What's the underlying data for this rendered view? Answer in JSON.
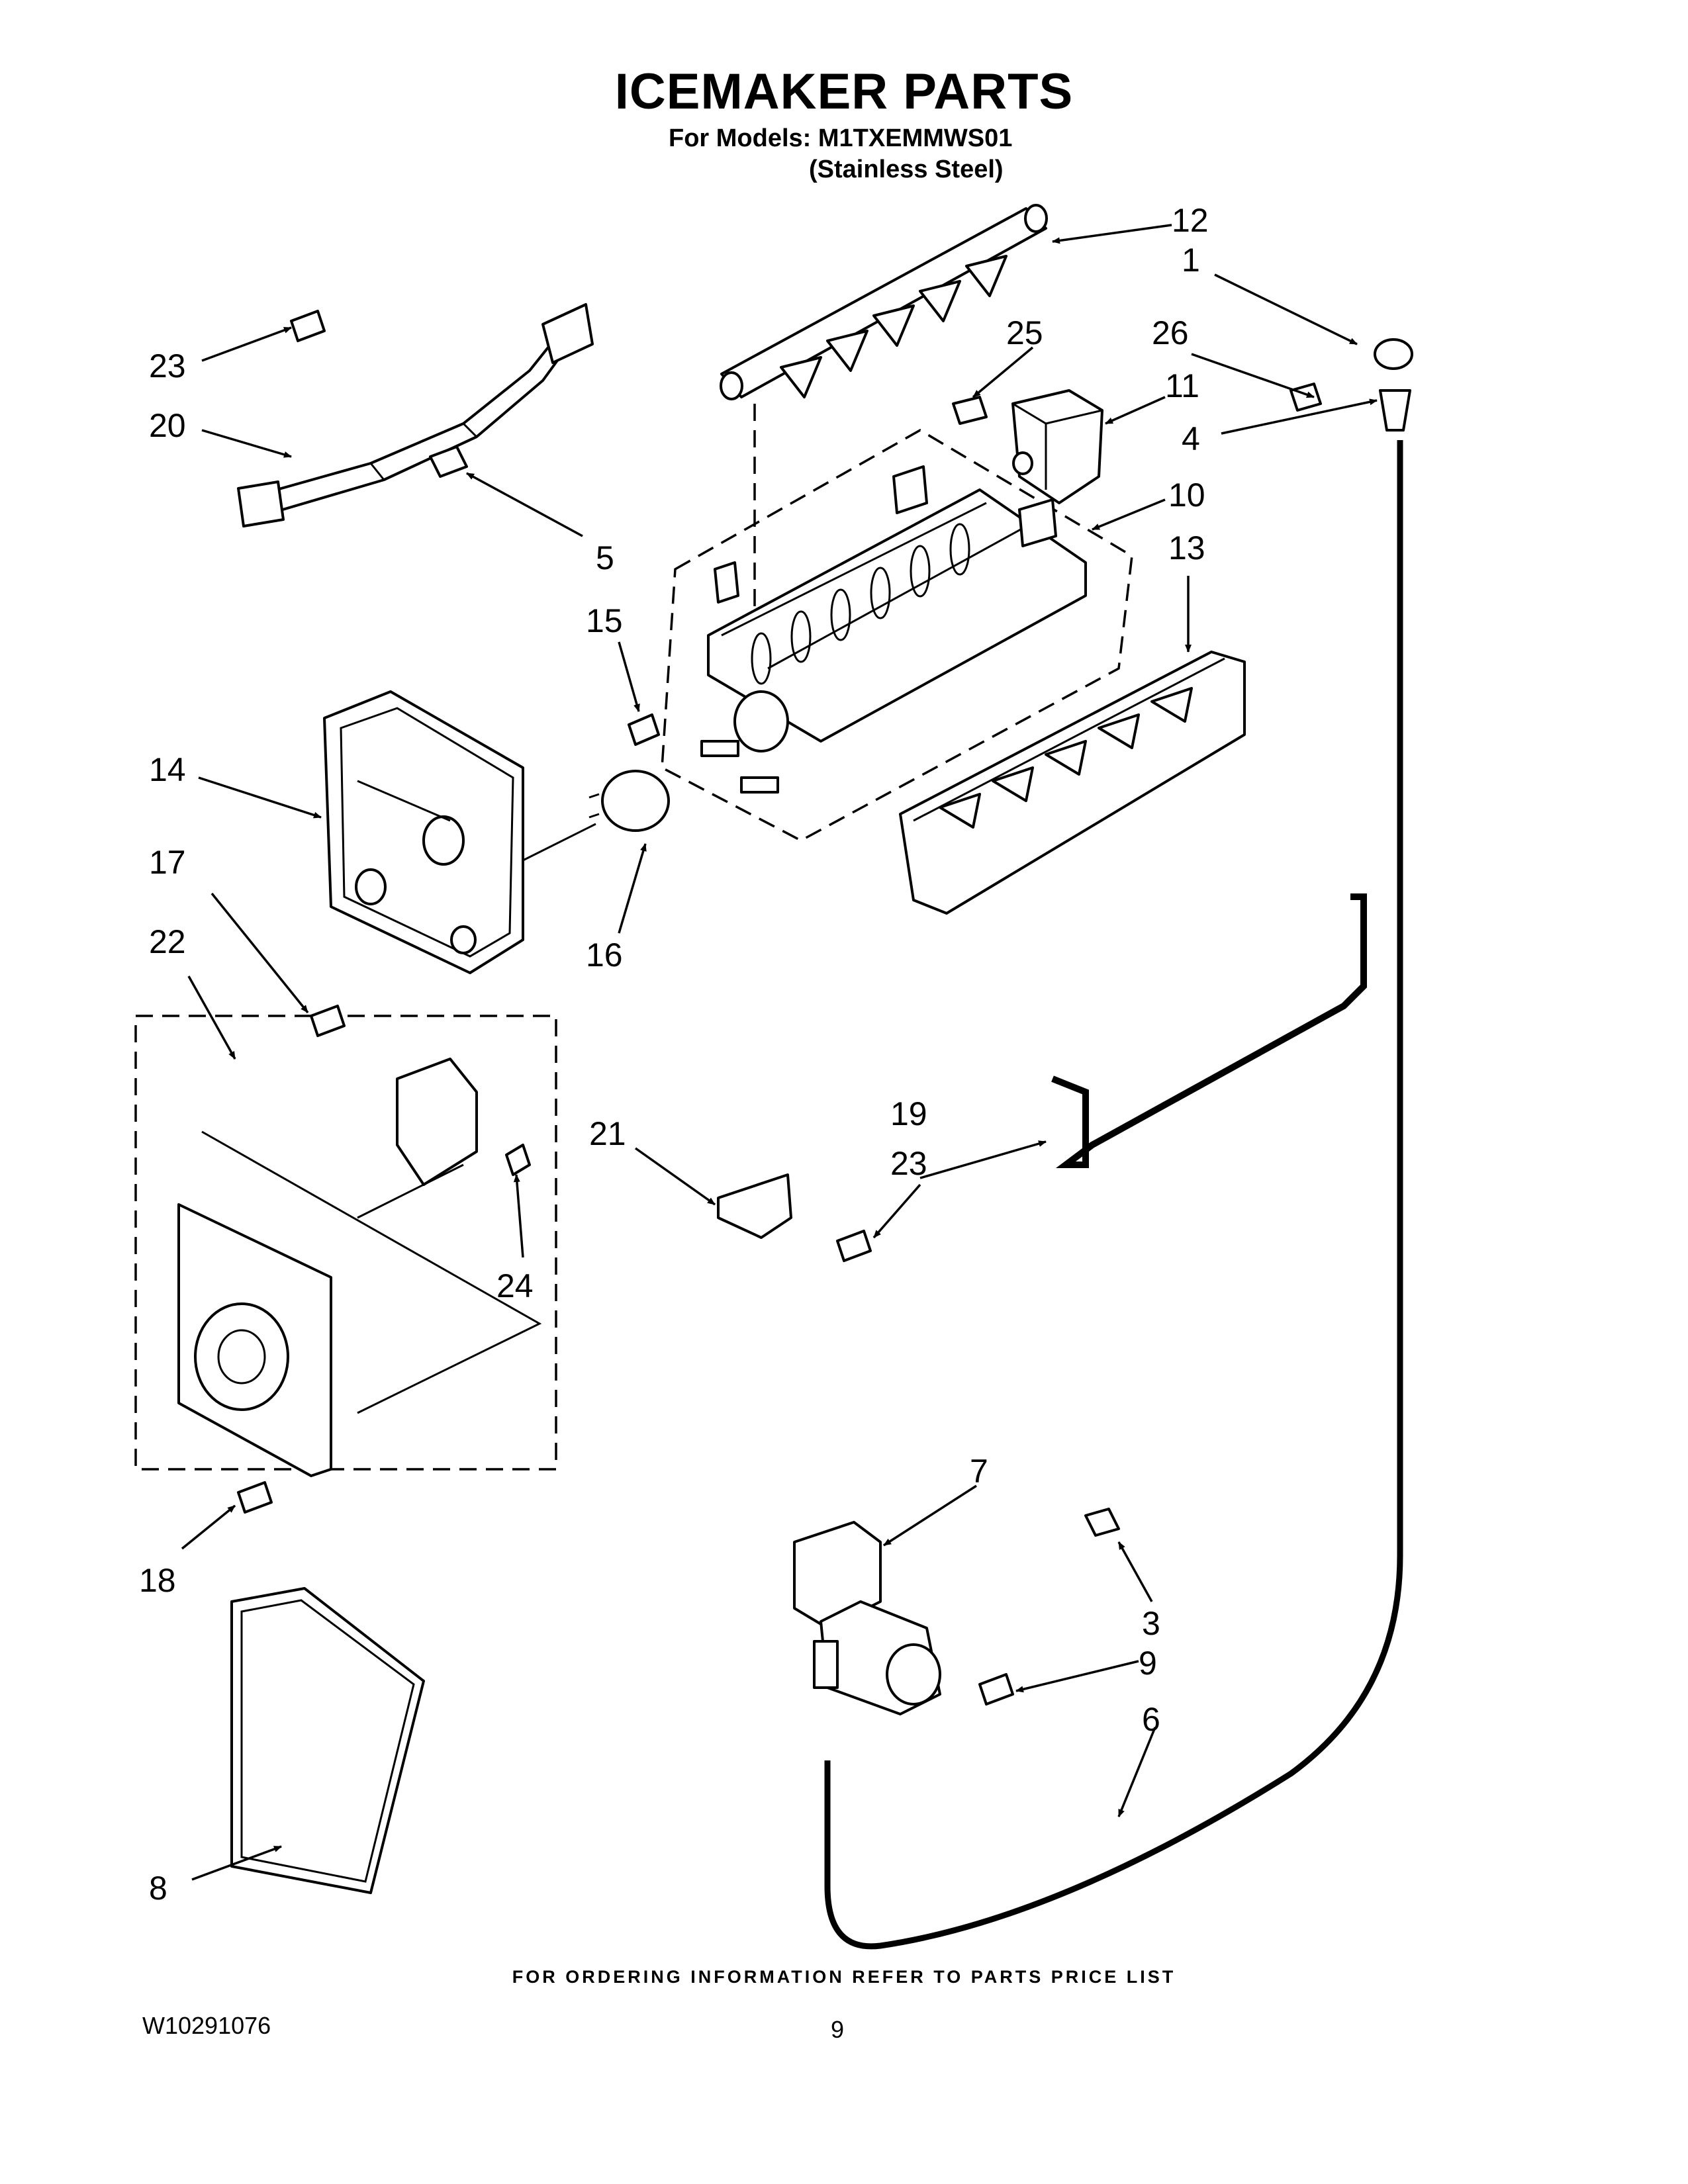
{
  "page": {
    "title": "ICEMAKER PARTS",
    "model_line": "For Models: M1TXEMMWS01",
    "model_variant": "(Stainless Steel)",
    "footer_note": "FOR ORDERING INFORMATION REFER TO PARTS PRICE LIST",
    "doc_number": "W10291076",
    "page_number": "9"
  },
  "callouts": {
    "c1": "1",
    "c3": "3",
    "c4": "4",
    "c5": "5",
    "c6": "6",
    "c7": "7",
    "c8": "8",
    "c9": "9",
    "c10": "10",
    "c11": "11",
    "c12": "12",
    "c13": "13",
    "c14": "14",
    "c15": "15",
    "c16": "16",
    "c17": "17",
    "c18": "18",
    "c19": "19",
    "c20": "20",
    "c21": "21",
    "c22": "22",
    "c23a": "23",
    "c23b": "23",
    "c24": "24",
    "c25": "25",
    "c26": "26"
  }
}
